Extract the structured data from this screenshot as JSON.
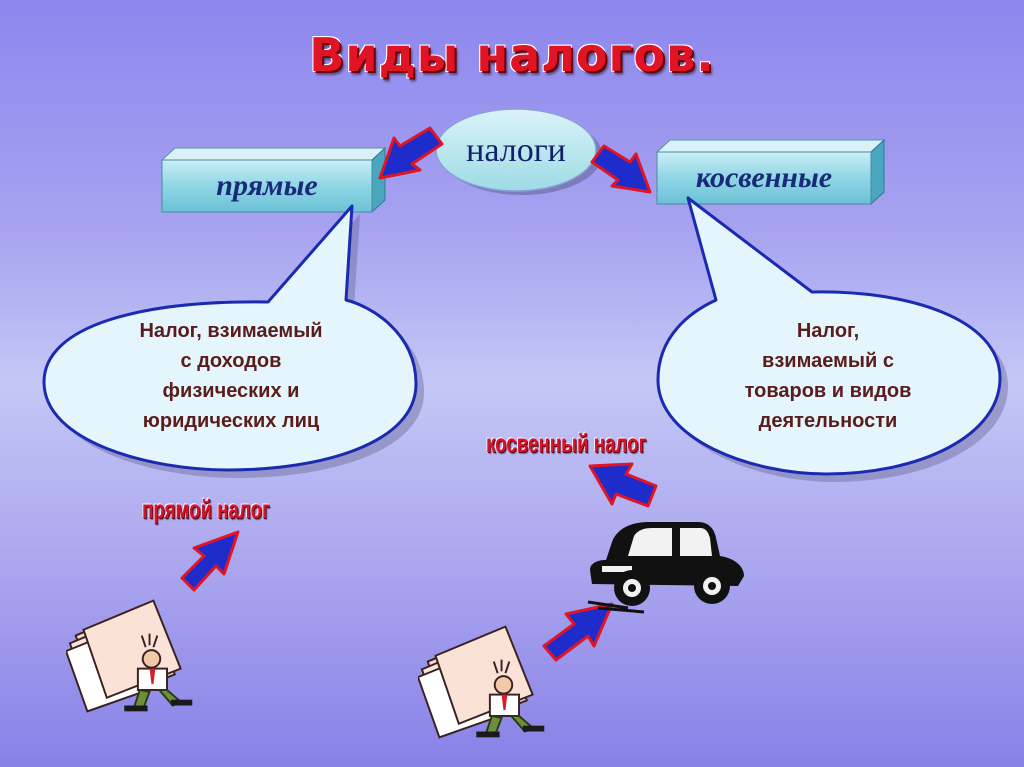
{
  "title": "Виды налогов.",
  "center": {
    "label": "налоги"
  },
  "left_box": {
    "label": "прямые"
  },
  "right_box": {
    "label": "косвенные"
  },
  "left_bubble": {
    "lines": [
      "Налог, взимаемый",
      "с доходов",
      "физических и",
      "юридических лиц"
    ]
  },
  "right_bubble": {
    "lines": [
      "Налог,",
      "взимаемый с",
      "товаров и видов",
      "деятельности"
    ]
  },
  "tags": {
    "direct": "прямой налог",
    "indirect": "косвенный налог"
  },
  "colors": {
    "arrow_fill": "#1e2ccc",
    "arrow_border": "#e01424",
    "box_fill": "#8ed8e6",
    "bubble_fill": "#e4f6fb",
    "bubble_border": "#1a2bb0",
    "title": "#e01424"
  },
  "icons": [
    "document-carrier-icon",
    "document-carrier-icon",
    "car-icon"
  ]
}
